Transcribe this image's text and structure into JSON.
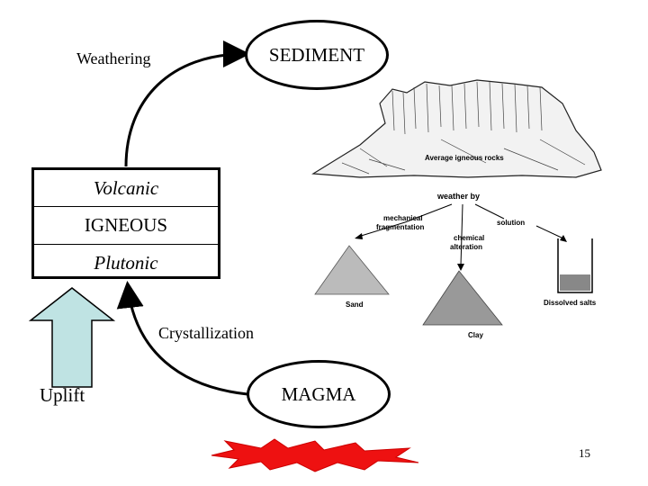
{
  "cycle": {
    "sediment_label": "SEDIMENT",
    "weathering_label": "Weathering",
    "igneous": {
      "top": "Volcanic",
      "middle": "IGNEOUS",
      "bottom": "Plutonic"
    },
    "crystallization_label": "Crystallization",
    "magma_label": "MAGMA",
    "uplift_label": "Uplift"
  },
  "weathering_diagram": {
    "rock_label": "Average igneous rocks",
    "weather_by": "weather by",
    "mechanical": [
      "mechanical",
      "fragmentation"
    ],
    "chemical": [
      "chemical",
      "alteration"
    ],
    "solution": "solution",
    "products": {
      "sand": "Sand",
      "clay": "Clay",
      "salts": "Dissolved salts"
    }
  },
  "colors": {
    "uplift_arrow": "#bfe3e3",
    "magma_burst": "#ee1111"
  },
  "page_number": "15"
}
